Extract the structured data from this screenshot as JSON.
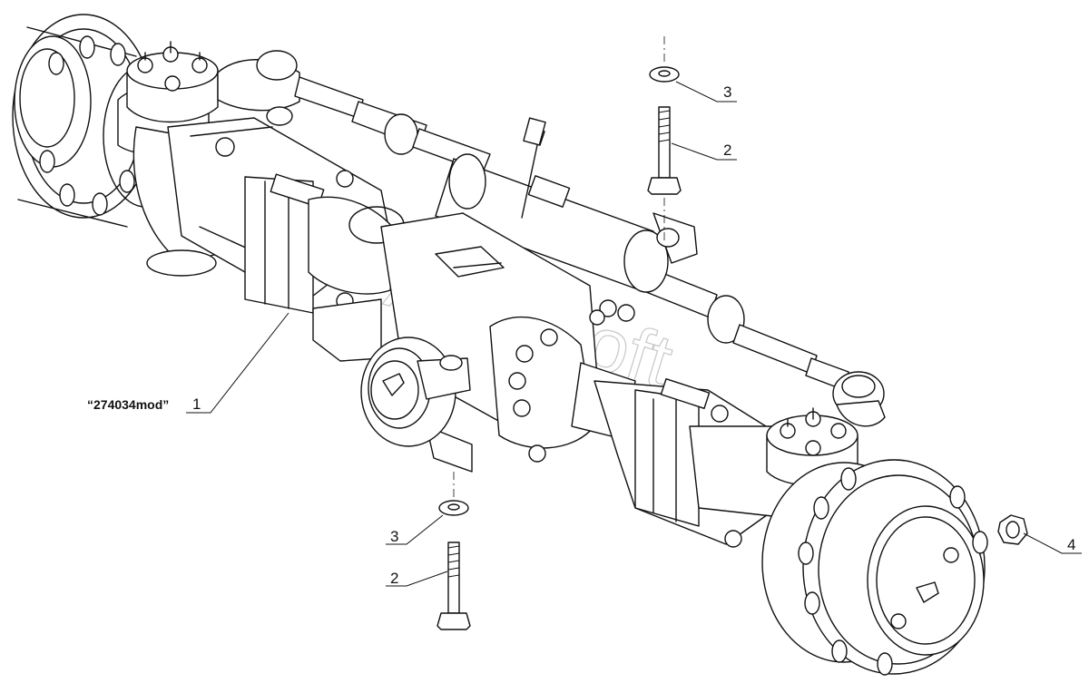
{
  "watermark": "AutoSoft",
  "callouts": {
    "assembly_ref": "“274034mod”",
    "assembly_num": "1",
    "screw_top_num": "2",
    "washer_top_num": "3",
    "washer_bottom_num": "3",
    "screw_bottom_num": "2",
    "nut_num": "4"
  }
}
